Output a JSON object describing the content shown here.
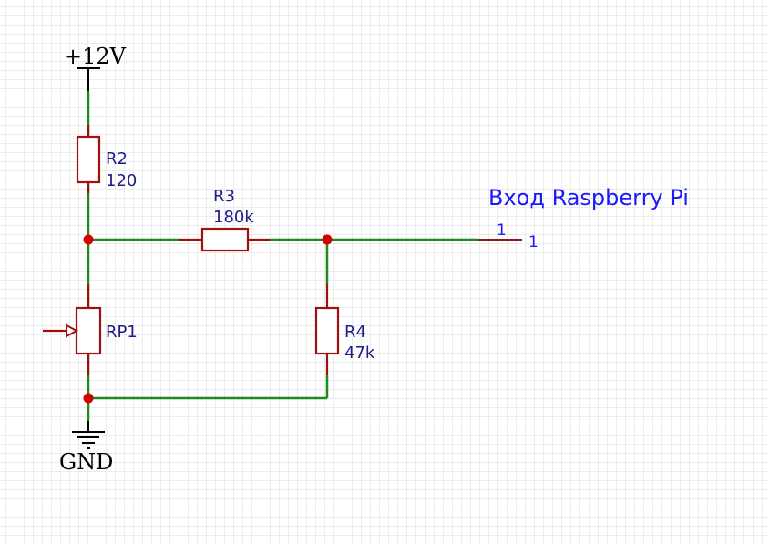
{
  "power": {
    "label": "+12V"
  },
  "ground": {
    "label": "GND"
  },
  "components": {
    "r2": {
      "ref": "R2",
      "value": "120"
    },
    "r3": {
      "ref": "R3",
      "value": "180k"
    },
    "r4": {
      "ref": "R4",
      "value": "47k"
    },
    "rp1": {
      "ref": "RP1"
    }
  },
  "port": {
    "title": "Вход Raspberry Pi",
    "pin_number": "1",
    "net_label": "1"
  },
  "colors": {
    "wire": "#1f8a1f",
    "component": "#a01010",
    "junction": "#d40000",
    "label": "#1c1c8a",
    "port": "#1a1aff"
  }
}
